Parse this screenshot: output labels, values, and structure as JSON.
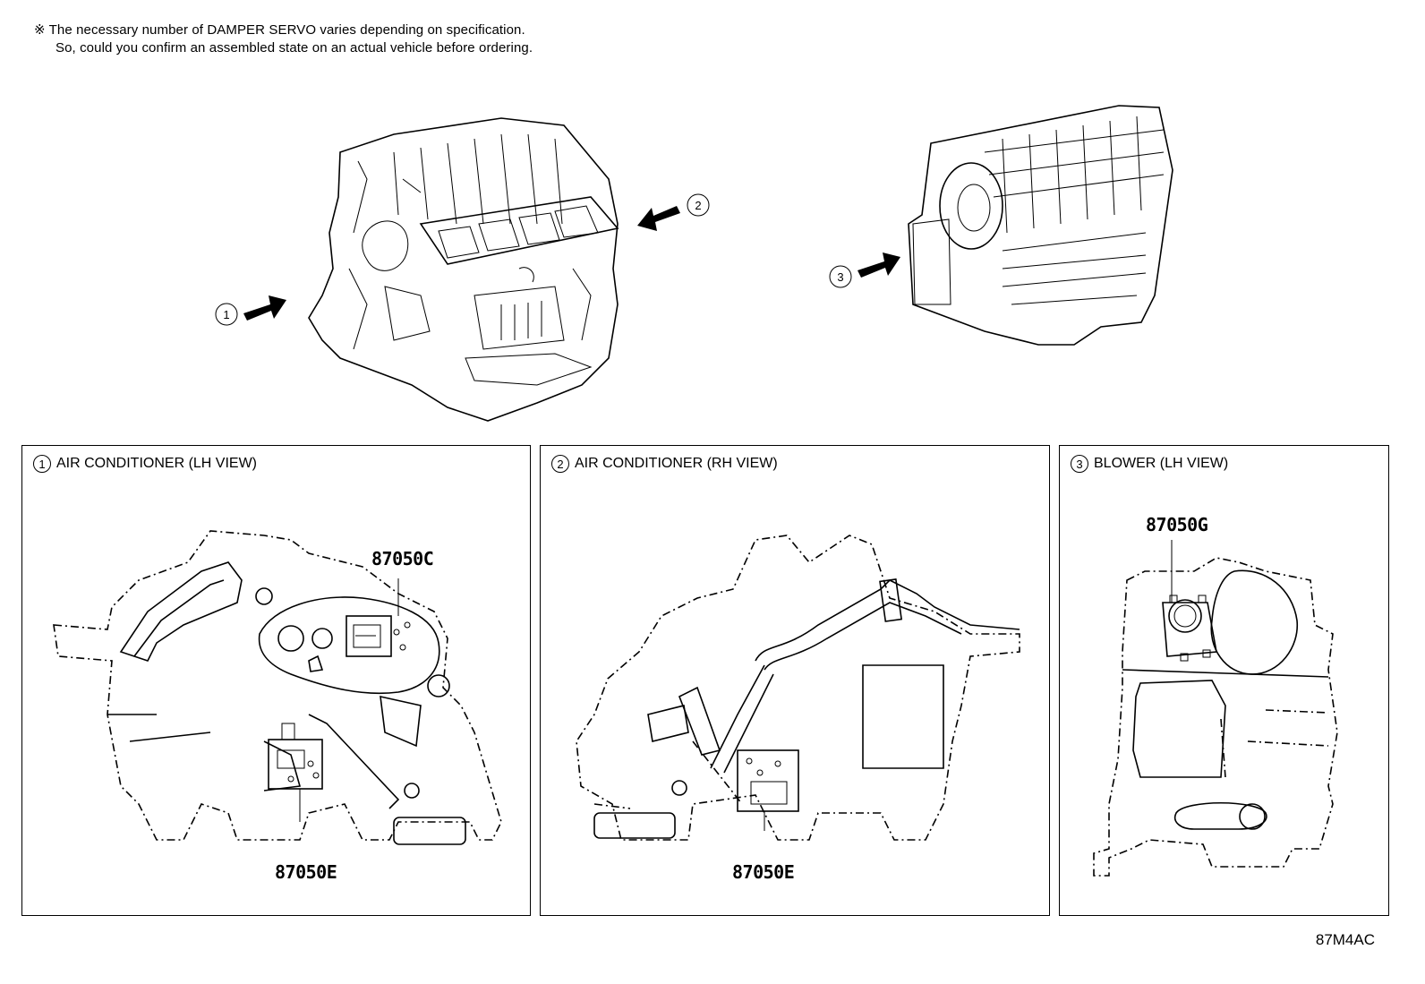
{
  "note": {
    "line1": "※ The necessary number of DAMPER SERVO varies depending on specification.",
    "line2": "So, could you confirm an assembled state on an actual vehicle before ordering."
  },
  "views": [
    {
      "num": "1",
      "title": "AIR CONDITIONER (LH VIEW)"
    },
    {
      "num": "2",
      "title": "AIR CONDITIONER (RH VIEW)"
    },
    {
      "num": "3",
      "title": "BLOWER (LH VIEW)"
    }
  ],
  "callouts": {
    "c1": "1",
    "c2": "2",
    "c3": "3"
  },
  "parts": {
    "p1_top": "87050C",
    "p1_bottom": "87050E",
    "p2_bottom": "87050E",
    "p3_top": "87050G"
  },
  "figure_code": "87M4AC"
}
